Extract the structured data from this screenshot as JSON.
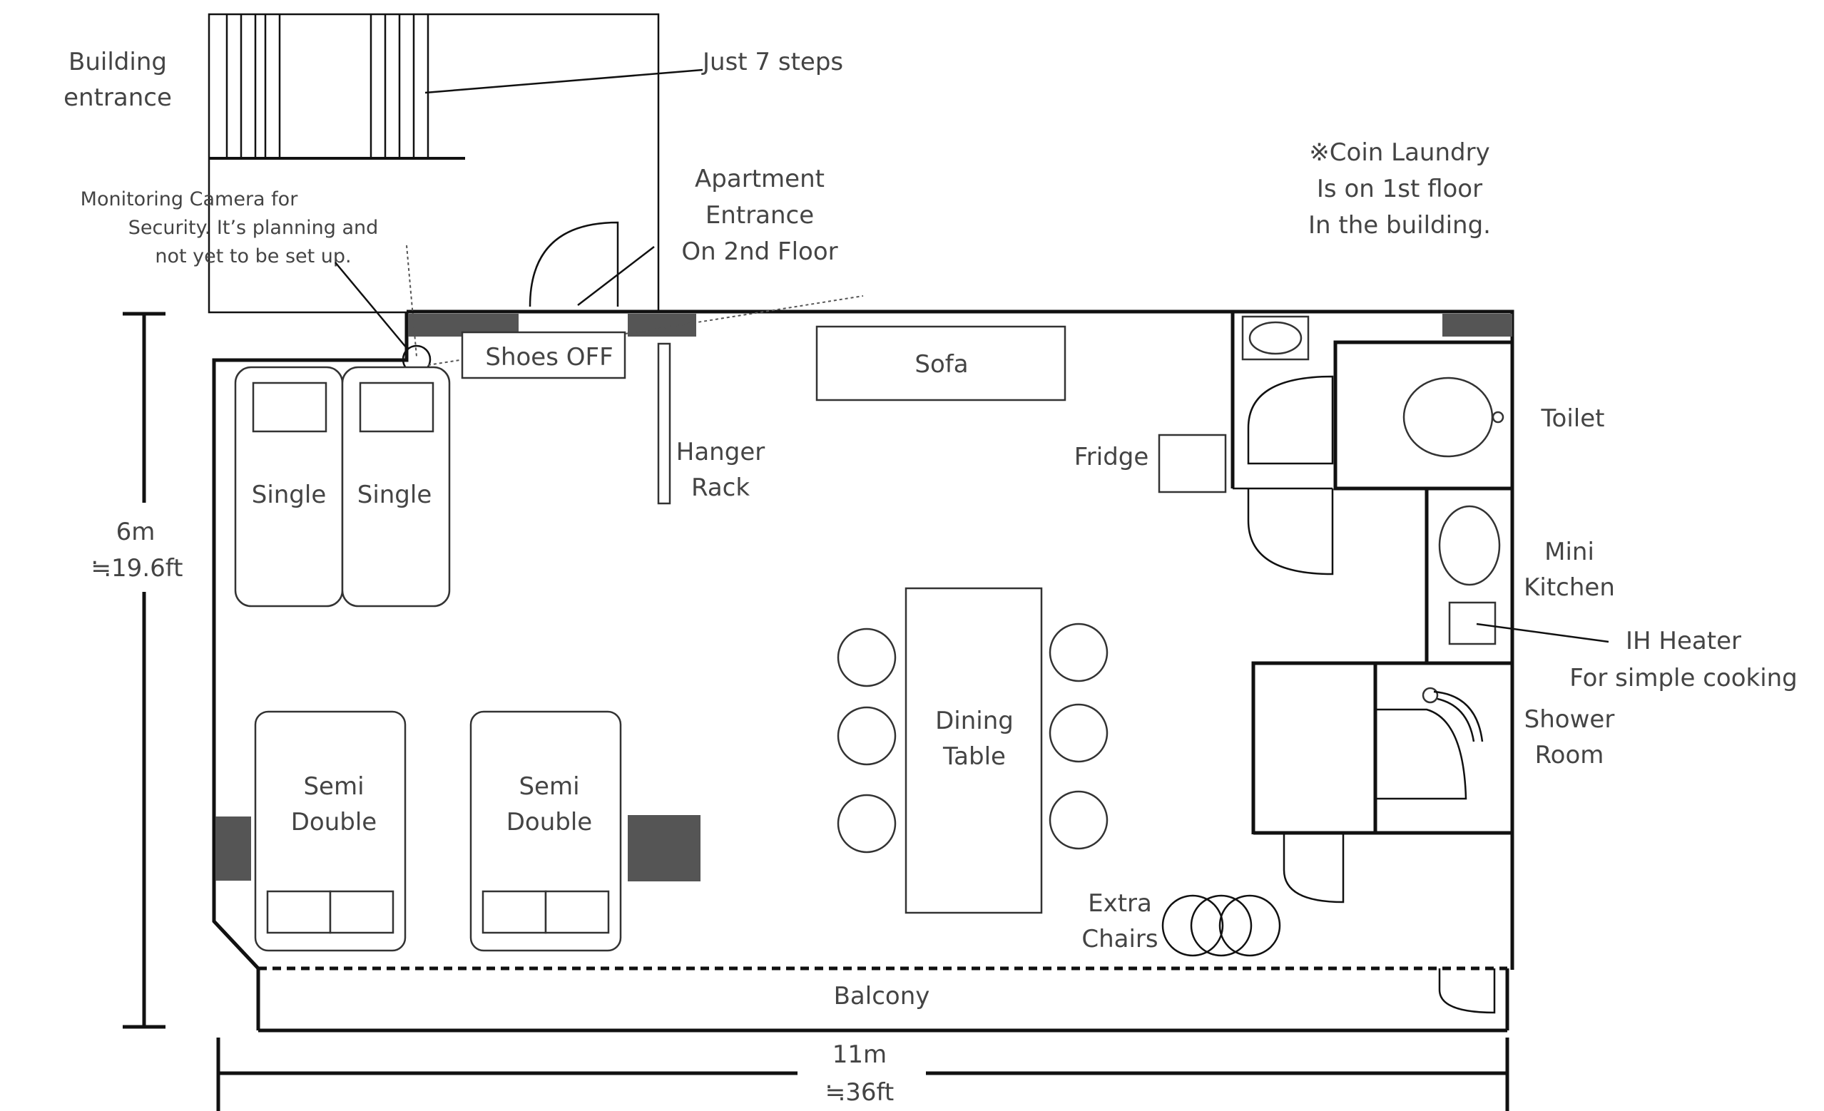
{
  "labels": {
    "building_entrance_1": "Building",
    "building_entrance_2": "entrance",
    "steps": "Just 7 steps",
    "camera_1": "Monitoring   Camera for",
    "camera_2": "Security. It’s planning and",
    "camera_3": "not yet to be set up.",
    "apt_entrance_1": "Apartment",
    "apt_entrance_2": "Entrance",
    "apt_entrance_3": "On 2nd Floor",
    "laundry_1": "※Coin   Laundry",
    "laundry_2": "Is on 1st floor",
    "laundry_3": "In the building.",
    "shoes_off": "Shoes OFF",
    "sofa": "Sofa",
    "hanger_1": "Hanger",
    "hanger_2": "Rack",
    "fridge": "Fridge",
    "toilet": "Toilet",
    "single_1": "Single",
    "single_2": "Single",
    "mini_kitchen_1": "Mini",
    "mini_kitchen_2": "Kitchen",
    "ih_heater_1": "IH Heater",
    "ih_heater_2": "For simple cooking",
    "dining_1": "Dining",
    "dining_2": "Table",
    "semi_double_a_1": "Semi",
    "semi_double_a_2": "Double",
    "semi_double_b_1": "Semi",
    "semi_double_b_2": "Double",
    "shower_1": "Shower",
    "shower_2": "Room",
    "extra_chairs_1": "Extra",
    "extra_chairs_2": "Chairs",
    "balcony": "Balcony",
    "height_m": "6m",
    "height_ft": "≒19.6ft",
    "width_m": "11m",
    "width_ft": "≒36ft"
  },
  "colors": {
    "wall": "#111111",
    "text": "#444444",
    "furniture_stroke": "#333333",
    "dark_fill": "#555555"
  }
}
